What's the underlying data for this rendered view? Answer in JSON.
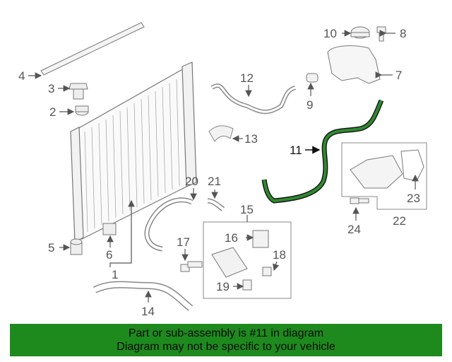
{
  "callouts": {
    "c1": "1",
    "c2": "2",
    "c3": "3",
    "c4": "4",
    "c5": "5",
    "c6": "6",
    "c7": "7",
    "c8": "8",
    "c9": "9",
    "c10": "10",
    "c11": "11",
    "c12": "12",
    "c13": "13",
    "c14": "14",
    "c15": "15",
    "c16": "16",
    "c17": "17",
    "c18": "18",
    "c19": "19",
    "c20": "20",
    "c21": "21",
    "c22": "22",
    "c23": "23",
    "c24": "24"
  },
  "highlight_color": "#2e8b2e",
  "footer": {
    "line1": "Part or sub-assembly is #11 in diagram",
    "line2": "Diagram may not be specific to your vehicle",
    "background": "#1e8a1e"
  }
}
